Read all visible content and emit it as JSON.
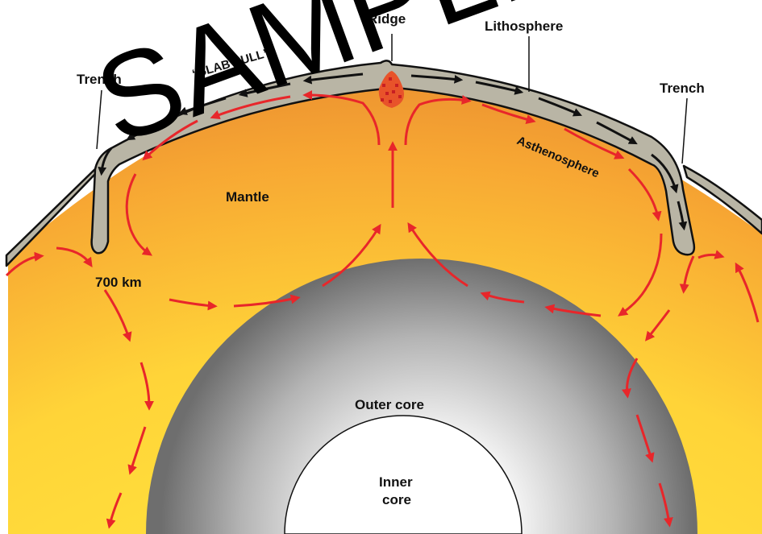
{
  "labels": {
    "ridge": "Ridge",
    "lithosphere": "Lithosphere",
    "trench_left": "Trench",
    "trench_right": "Trench",
    "slab_pull": "“SLAB PULL”",
    "asthenosphere": "Asthenosphere",
    "mantle": "Mantle",
    "depth": "700 km",
    "outer_core": "Outer core",
    "inner_core_line1": "Inner",
    "inner_core_line2": "core"
  },
  "watermark": "SAMPLE",
  "colors": {
    "mantle_outer": "#EE9A2E",
    "mantle_inner": "#FFD93A",
    "lithosphere": "#B9B5A5",
    "lithosphere_stroke": "#111111",
    "convection_arrows": "#E8262A",
    "plate_motion_arrows": "#111111",
    "outer_core_light": "#FFFFFF",
    "outer_core_dark": "#6F6F6F",
    "inner_core": "#FFFFFF"
  }
}
